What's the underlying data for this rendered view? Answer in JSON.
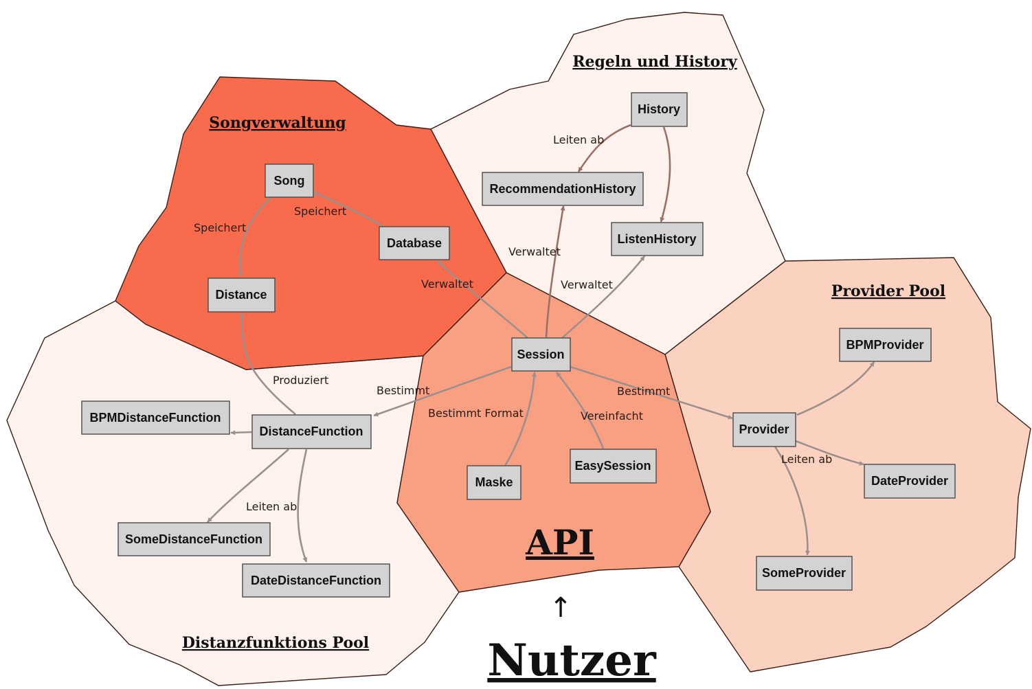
{
  "groups": {
    "songverwaltung": "Songverwaltung",
    "regeln_history": "Regeln und History",
    "provider_pool": "Provider Pool",
    "distanz_pool": "Distanzfunktions Pool",
    "api": "API"
  },
  "nutzer": "Nutzer",
  "arrow_glyph": "↑",
  "colors": {
    "songverwaltung": "#f96b4d",
    "api": "#f9a083",
    "regeln": "#fdf2ee",
    "distanz": "#fdf2ee",
    "provider": "#fbd2bf"
  },
  "nodes": {
    "song": "Song",
    "distance": "Distance",
    "database": "Database",
    "history": "History",
    "recommendation_history": "RecommendationHistory",
    "listen_history": "ListenHistory",
    "session": "Session",
    "maske": "Maske",
    "easy_session": "EasySession",
    "provider": "Provider",
    "bpm_provider": "BPMProvider",
    "date_provider": "DateProvider",
    "some_provider": "SomeProvider",
    "distance_function": "DistanceFunction",
    "bpm_distance_function": "BPMDistanceFunction",
    "some_distance_function": "SomeDistanceFunction",
    "date_distance_function": "DateDistanceFunction"
  },
  "edge_labels": {
    "song_distance": "Speichert",
    "database_song": "Speichert",
    "history_reco": "Leiten ab",
    "session_reco": "Verwaltet",
    "session_database": "Verwaltet",
    "session_listen": "Verwaltet",
    "session_distfn": "Bestimmt",
    "maske_session": "Bestimmt Format",
    "easy_session": "Vereinfacht",
    "session_provider": "Bestimmt",
    "provider_sub": "Leiten ab",
    "distfn_distance": "Produziert",
    "distfn_sub": "Leiten ab"
  }
}
